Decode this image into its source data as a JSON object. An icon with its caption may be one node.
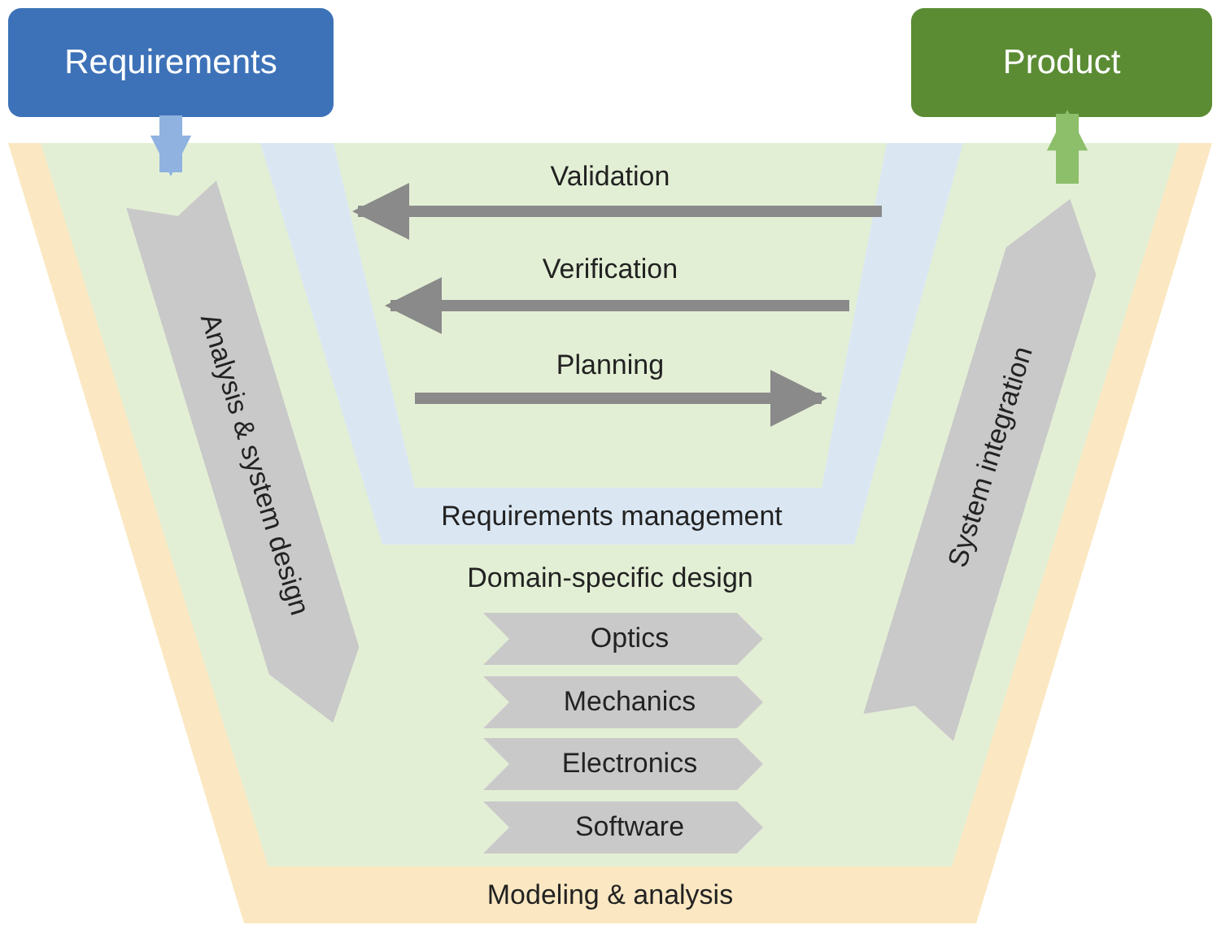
{
  "diagram": {
    "nodes": [
      {
        "text": [
          "Requirements"
        ]
      },
      {
        "text": [
          "Product"
        ]
      },
      {
        "text": [
          "Modeling & analysis"
        ]
      },
      {
        "text": [
          "Domain-specific design"
        ],
        "in": 2
      },
      {
        "text": [
          "Requirements management"
        ],
        "in": 3
      },
      {
        "text": [
          "Analysis & system design"
        ],
        "in": 3
      },
      {
        "text": [
          "System integration"
        ],
        "in": 3
      },
      {
        "text": [
          "Optics"
        ],
        "in": 3
      },
      {
        "text": [
          "Mechanics"
        ],
        "in": 3
      },
      {
        "text": [
          "Electronics"
        ],
        "in": 3
      },
      {
        "text": [
          "Software"
        ],
        "in": 3
      }
    ],
    "edges": [
      {
        "from": 0,
        "to": 5,
        "arrow": "to",
        "color": "#8fb2e0"
      },
      {
        "from": 6,
        "to": 1,
        "arrow": "to",
        "color": "#8dbf6a"
      }
    ],
    "labels": [
      "Validation",
      "Verification",
      "Planning"
    ]
  }
}
